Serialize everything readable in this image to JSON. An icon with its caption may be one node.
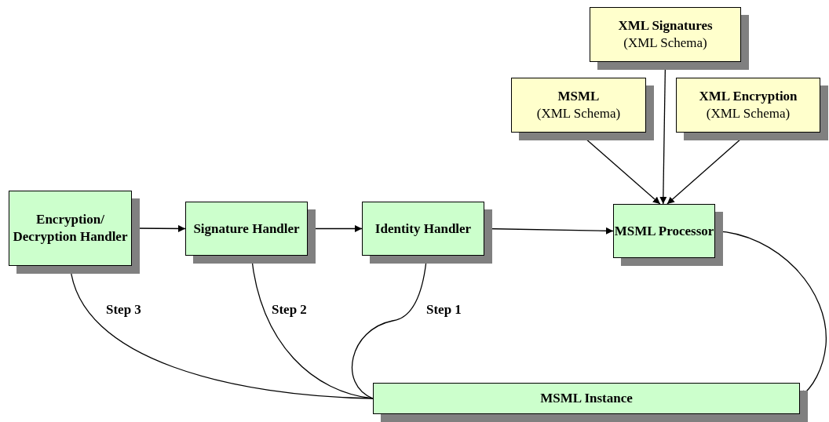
{
  "diagram": {
    "nodes": [
      {
        "text": [
          "XML Signatures",
          "(XML Schema)"
        ]
      },
      {
        "text": [
          "MSML",
          "(XML Schema)"
        ]
      },
      {
        "text": [
          "XML Encryption",
          "(XML Schema)"
        ]
      },
      {
        "text": [
          "Encryption/ Decryption Handler"
        ]
      },
      {
        "text": [
          "Signature Handler"
        ]
      },
      {
        "text": [
          "Identity Handler"
        ]
      },
      {
        "text": [
          "MSML Processor"
        ]
      },
      {
        "text": [
          "MSML Instance"
        ]
      }
    ],
    "edges": [
      {
        "from": 3,
        "to": 4,
        "arrow": "to"
      },
      {
        "from": 4,
        "to": 5,
        "arrow": "to"
      },
      {
        "from": 5,
        "to": 6,
        "arrow": "to"
      },
      {
        "from": 1,
        "to": 6,
        "arrow": "to"
      },
      {
        "from": 0,
        "to": 6,
        "arrow": "to"
      },
      {
        "from": 2,
        "to": 6,
        "arrow": "to"
      },
      {
        "from": 6,
        "to": 7,
        "arrow": "to"
      },
      {
        "from": 7,
        "to": 5,
        "arrow": "to",
        "label": "Step 1"
      },
      {
        "from": 7,
        "to": 4,
        "arrow": "to",
        "label": "Step 2"
      },
      {
        "from": 7,
        "to": 3,
        "arrow": "to",
        "label": "Step 3"
      }
    ]
  }
}
